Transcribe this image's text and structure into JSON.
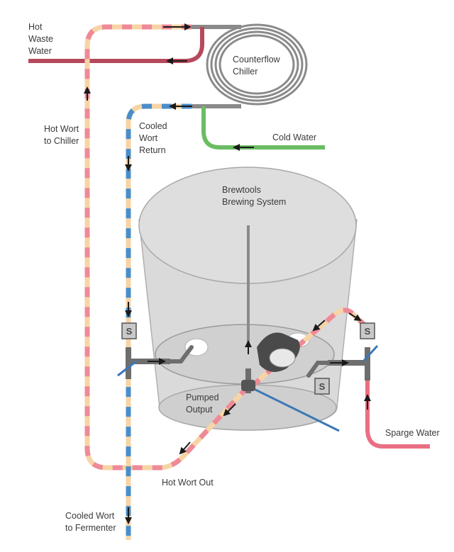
{
  "labels": {
    "hot_waste_water": [
      "Hot",
      "Waste",
      "Water"
    ],
    "counterflow_chiller": [
      "Counterflow",
      "Chiller"
    ],
    "hot_wort_to_chiller": [
      "Hot Wort",
      "to Chiller"
    ],
    "cooled_wort_return": [
      "Cooled",
      "Wort",
      "Return"
    ],
    "cold_water": "Cold Water",
    "brewing_system": [
      "Brewtools",
      "Brewing System"
    ],
    "pumped_output": [
      "Pumped",
      "Output"
    ],
    "sparge_water": "Sparge Water",
    "hot_wort_out": "Hot Wort Out",
    "cooled_wort_to_fermenter": [
      "Cooled Wort",
      "to Fermenter"
    ]
  },
  "valve_label": "S",
  "colors": {
    "hot_waste": "#b64a5c",
    "cold_water": "#6bbd62",
    "sparge": "#ea6f84",
    "hot_wort_a": "#ee8a98",
    "hot_wort_b": "#f7d4a6",
    "cooled_a": "#4a8ec9",
    "cooled_b": "#f7d4a6",
    "pipe_gray": "#7d7d7d",
    "vessel_fill": "#d7d7d7",
    "vessel_stroke": "#a8a8a8"
  }
}
